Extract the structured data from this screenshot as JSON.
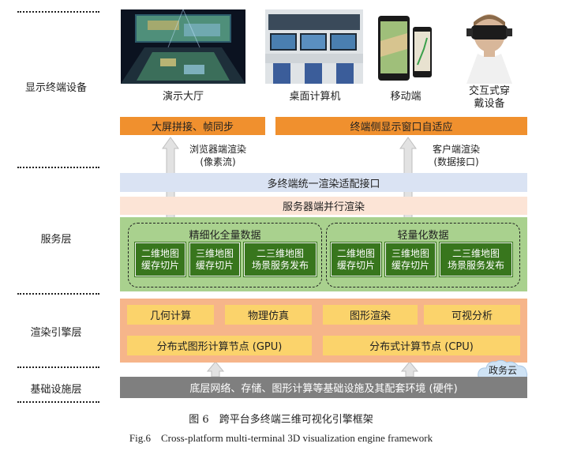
{
  "layers": {
    "display": "显示终端设备",
    "service": "服务层",
    "render": "渲染引擎层",
    "infra": "基础设施层"
  },
  "devices": [
    {
      "label": "演示大厅",
      "icon": "exhibition-hall-photo"
    },
    {
      "label": "桌面计算机",
      "icon": "desktop-computer-photo"
    },
    {
      "label": "移动端",
      "icon": "mobile-devices-photo"
    },
    {
      "label": "交互式穿\n戴设备",
      "icon": "vr-headset-photo"
    }
  ],
  "top_bars": {
    "left": "大屏拼接、帧同步",
    "right": "终端侧显示窗口自适应"
  },
  "arrows": {
    "left_note": "浏览器端渲染\n(像素流)",
    "right_note": "客户端渲染\n(数据接口)"
  },
  "bands": {
    "unified": "多终端统一渲染适配接口",
    "parallel": "服务器端并行渲染"
  },
  "service_groups": [
    {
      "title": "精细化全量数据",
      "boxes": [
        "二维地图\n缓存切片",
        "三维地图\n缓存切片",
        "二三维地图\n场景服务发布"
      ]
    },
    {
      "title": "轻量化数据",
      "boxes": [
        "二维地图\n缓存切片",
        "三维地图\n缓存切片",
        "二三维地图\n场景服务发布"
      ]
    }
  ],
  "render_engine": {
    "row1": [
      "几何计算",
      "物理仿真",
      "图形渲染",
      "可视分析"
    ],
    "row2": [
      "分布式图形计算节点 (GPU)",
      "分布式计算节点 (CPU)"
    ]
  },
  "infra_text": "底层网络、存储、图形计算等基础设施及其配套环境 (硬件)",
  "cloud_label": "政务云",
  "caption": {
    "cn": "图 6　跨平台多终端三维可视化引擎框架",
    "en": "Fig.6　Cross-platform multi-terminal 3D visualization engine framework"
  },
  "colors": {
    "orange": "#f0902e",
    "light_blue": "#dae3f3",
    "light_peach": "#fce4d6",
    "green_panel": "#a9d18e",
    "dark_green": "#38761d",
    "render_panel": "#f6b58a",
    "yellow_box": "#fbd36b",
    "infra_gray": "#7f7f7f"
  }
}
